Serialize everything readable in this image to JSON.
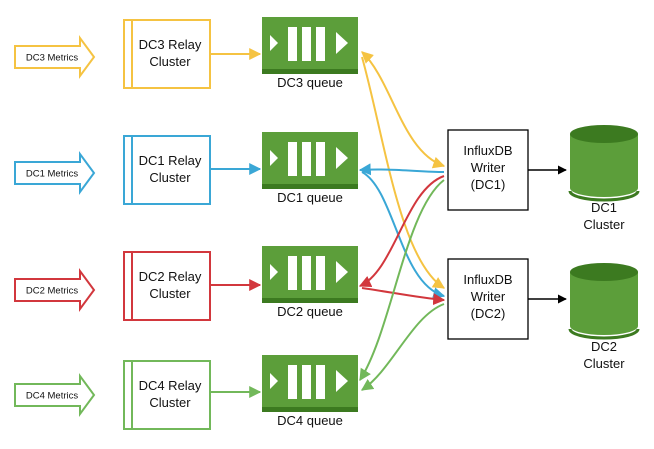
{
  "colors": {
    "dc3": "#f5c342",
    "dc1": "#3aa7d6",
    "dc2": "#d2373d",
    "dc4": "#72b85a",
    "queue_fill": "#5c9e3a",
    "queue_base": "#3c7a20",
    "line": "#000000"
  },
  "rows": [
    {
      "id": "dc3",
      "metrics": "DC3 Metrics",
      "relay": [
        "DC3 Relay",
        "Cluster"
      ],
      "queue": "DC3 queue"
    },
    {
      "id": "dc1",
      "metrics": "DC1 Metrics",
      "relay": [
        "DC1 Relay",
        "Cluster"
      ],
      "queue": "DC1 queue"
    },
    {
      "id": "dc2",
      "metrics": "DC2 Metrics",
      "relay": [
        "DC2 Relay",
        "Cluster"
      ],
      "queue": "DC2 queue"
    },
    {
      "id": "dc4",
      "metrics": "DC4 Metrics",
      "relay": [
        "DC4 Relay",
        "Cluster"
      ],
      "queue": "DC4 queue"
    }
  ],
  "writers": [
    {
      "id": "w1",
      "lines": [
        "InfluxDB",
        "Writer",
        "(DC1)"
      ]
    },
    {
      "id": "w2",
      "lines": [
        "InfluxDB",
        "Writer",
        "(DC2)"
      ]
    }
  ],
  "clusters": [
    {
      "id": "c1",
      "lines": [
        "DC1",
        "Cluster"
      ]
    },
    {
      "id": "c2",
      "lines": [
        "DC2",
        "Cluster"
      ]
    }
  ],
  "icons": [
    "metrics-arrow-icon",
    "queue-icon",
    "database-icon"
  ]
}
